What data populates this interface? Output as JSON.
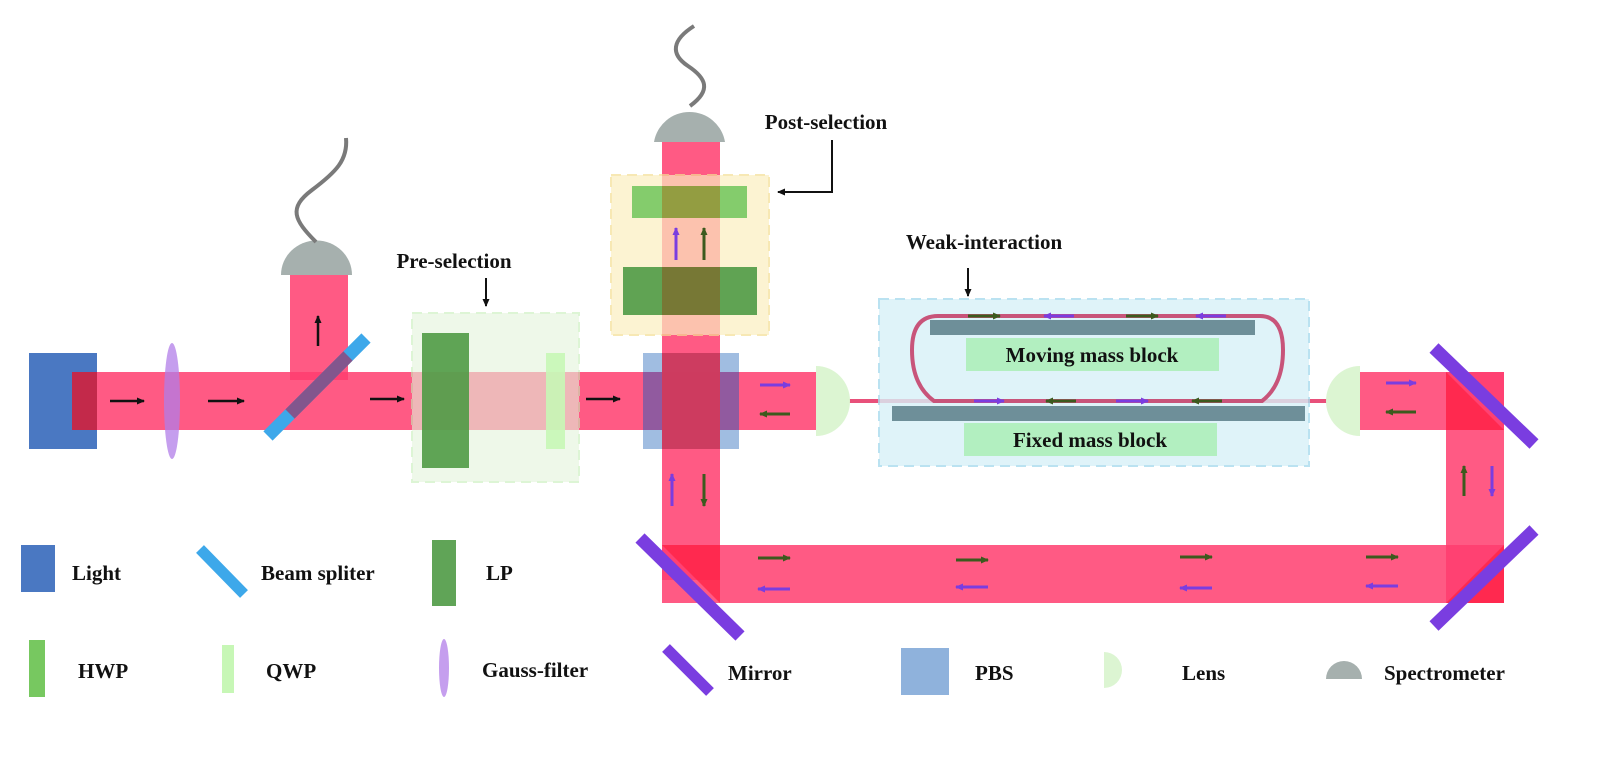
{
  "labels": {
    "pre_selection": "Pre-selection",
    "post_selection": "Post-selection",
    "weak_interaction": "Weak-interaction",
    "moving_mass_block": "Moving mass block",
    "fixed_mass_block": "Fixed mass block"
  },
  "legend": {
    "light": "Light",
    "beam_splitter": "Beam spliter",
    "lp": "LP",
    "hwp": "HWP",
    "qwp": "QWP",
    "gauss_filter": "Gauss-filter",
    "mirror": "Mirror",
    "pbs": "PBS",
    "lens": "Lens",
    "spectrometer": "Spectrometer"
  },
  "colors": {
    "beam": "#ff3d6e",
    "light_source": "#4a78c2",
    "beam_splitter": "#3da8ea",
    "lp": "#4f9a45",
    "hwp": "#77c860",
    "qwp": "#c7f7b6",
    "gauss_filter": "#b27ee8",
    "mirror": "#7a3de0",
    "pbs": "#8fb2dc",
    "lens": "#dcf5d2",
    "spectrometer": "#a6b0ae",
    "arrow_green": "#3c5a1e",
    "arrow_purple": "#7a3de0",
    "pre_box": "#e3f5db",
    "post_box": "#fbefc0",
    "weak_box": "#d8f1f8",
    "mass_block": "#6e8f99",
    "mass_label_bg": "#b2efc0"
  }
}
